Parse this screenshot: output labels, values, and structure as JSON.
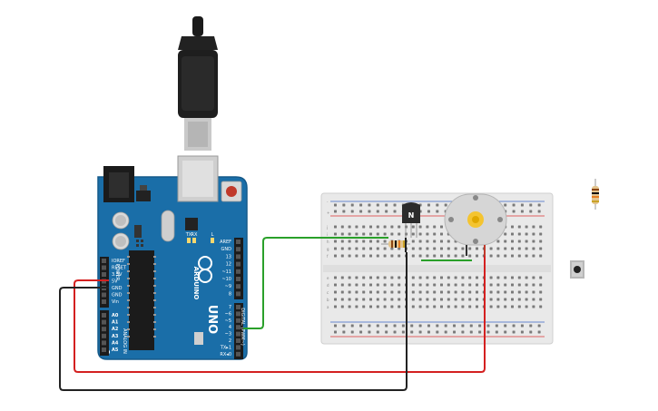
{
  "board": {
    "brand": "ARDUINO",
    "model": "UNO",
    "digital_header_label": "DIGITAL (PWM~)",
    "analog_header_label": "ANALOG IN",
    "power_header_label": "POWER",
    "pin_labels_top": [
      "AREF",
      "GND",
      "13",
      "12",
      "~11",
      "~10",
      "~9",
      "8"
    ],
    "pin_labels_bottom": [
      "7",
      "~6",
      "~5",
      "4",
      "~3",
      "2",
      "TX▸1",
      "RX◂0"
    ],
    "power_pin_labels": [
      "IOREF",
      "RESET",
      "3.3V",
      "5V",
      "GND",
      "GND",
      "Vin"
    ],
    "analog_pin_labels": [
      "A0",
      "A1",
      "A2",
      "A3",
      "A4",
      "A5"
    ],
    "led_labels": [
      "TX",
      "RX",
      "L"
    ],
    "colors": {
      "board": "#1a6ea8",
      "board_dark": "#155a8a"
    }
  },
  "transistor": {
    "label": "N"
  },
  "breadboard": {
    "row_letters_top": [
      "j",
      "i",
      "h",
      "g",
      "f"
    ],
    "row_letters_bottom": [
      "e",
      "d",
      "c",
      "b",
      "a"
    ],
    "rail_signs": [
      "+",
      "-"
    ]
  },
  "wire_colors": {
    "signal": "#2aa02a",
    "power": "#d42020",
    "ground": "#222222"
  },
  "icons": [
    "usb-cable-icon",
    "dc-barrel-jack-icon",
    "reset-button-icon",
    "motor-icon",
    "resistor-icon",
    "pushbutton-icon",
    "transistor-icon"
  ]
}
